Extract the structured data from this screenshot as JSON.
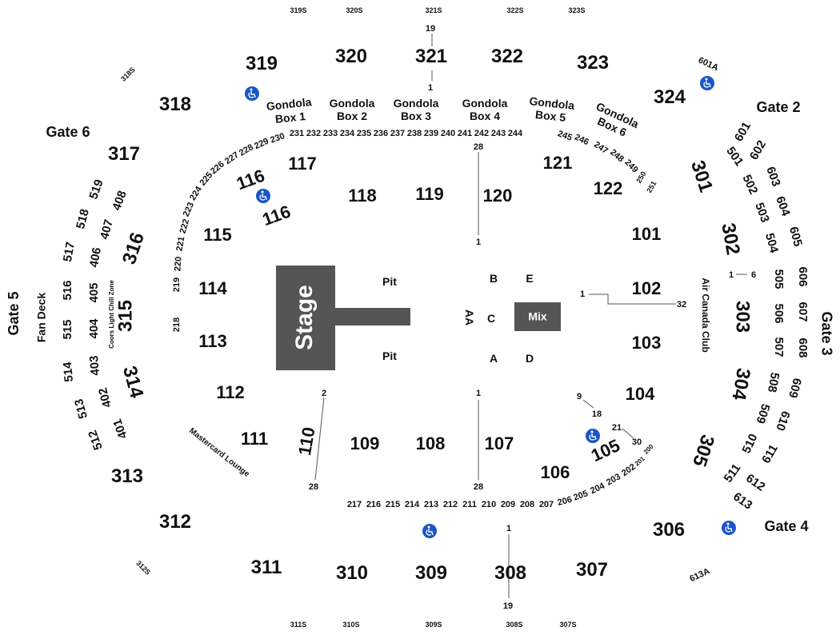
{
  "stage": {
    "label": "Stage"
  },
  "mix": {
    "label": "Mix"
  },
  "gates": {
    "g2": "Gate 2",
    "g3": "Gate 3",
    "g4": "Gate 4",
    "g5": "Gate 5",
    "g6": "Gate 6"
  },
  "zones": {
    "fan_deck": "Fan Deck",
    "coors": "Coors Light Chill Zone",
    "air_canada": "Air Canada Club",
    "mastercard": "Mastercard Lounge",
    "pit_top": "Pit",
    "pit_bottom": "Pit"
  },
  "floor_sections": {
    "b": "B",
    "e": "E",
    "c": "C",
    "aa": "AA",
    "a": "A",
    "d": "D"
  },
  "gondolas": {
    "g1": [
      "Gondola",
      "Box 1"
    ],
    "g2": [
      "Gondola",
      "Box 2"
    ],
    "g3": [
      "Gondola",
      "Box 3"
    ],
    "g4": [
      "Gondola",
      "Box 4"
    ],
    "g5": [
      "Gondola",
      "Box 5"
    ],
    "g6": [
      "Gondola",
      "Box 6"
    ]
  },
  "sections_100": {
    "s101": "101",
    "s102": "102",
    "s103": "103",
    "s104": "104",
    "s105": "105",
    "s106": "106",
    "s107": "107",
    "s108": "108",
    "s109": "109",
    "s110": "110",
    "s111": "111",
    "s112": "112",
    "s113": "113",
    "s114": "114",
    "s115": "115",
    "s116a": "116",
    "s116b": "116",
    "s117": "117",
    "s118": "118",
    "s119": "119",
    "s120": "120",
    "s121": "121",
    "s122": "122"
  },
  "sections_300": {
    "s301": "301",
    "s302": "302",
    "s303": "303",
    "s304": "304",
    "s305": "305",
    "s306": "306",
    "s307": "307",
    "s308": "308",
    "s309": "309",
    "s310": "310",
    "s311": "311",
    "s312": "312",
    "s313": "313",
    "s314": "314",
    "s315": "315",
    "s316": "316",
    "s317": "317",
    "s318": "318",
    "s319": "319",
    "s320": "320",
    "s321": "321",
    "s322": "322",
    "s323": "323",
    "s324": "324"
  },
  "standing_300s": {
    "s319S": "319S",
    "s320S": "320S",
    "s321S": "321S",
    "s322S": "322S",
    "s323S": "323S",
    "s318S": "318S",
    "s312S": "312S",
    "s311S": "311S",
    "s310S": "310S",
    "s309S": "309S",
    "s308S": "308S",
    "s307S": "307S",
    "s601A": "601A",
    "s613A": "613A"
  },
  "sections_200_top": [
    "231",
    "232",
    "233",
    "234",
    "235",
    "236",
    "237",
    "238",
    "239",
    "240",
    "241",
    "242",
    "243",
    "244"
  ],
  "sections_200_topright": [
    "245",
    "246",
    "247",
    "248",
    "249",
    "250",
    "251"
  ],
  "sections_200_topleft": [
    "230",
    "229",
    "228",
    "227",
    "226",
    "225",
    "224",
    "223",
    "222",
    "221",
    "220",
    "219",
    "218"
  ],
  "sections_200_bottom": [
    "217",
    "216",
    "215",
    "214",
    "213",
    "212",
    "211",
    "210",
    "209",
    "208",
    "207"
  ],
  "sections_200_bottomright": [
    "206",
    "205",
    "204",
    "203",
    "202",
    "201",
    "200"
  ],
  "sections_upper_right": {
    "s601": "601",
    "s602": "602",
    "s603": "603",
    "s604": "604",
    "s605": "605",
    "s606": "606",
    "s607": "607",
    "s608": "608",
    "s609": "609",
    "s610": "610",
    "s611": "611",
    "s612": "612",
    "s613": "613",
    "s501": "501",
    "s502": "502",
    "s503": "503",
    "s504": "504",
    "s505": "505",
    "s506": "506",
    "s507": "507",
    "s508": "508",
    "s509": "509",
    "s510": "510",
    "s511": "511"
  },
  "sections_upper_left": {
    "s519": "519",
    "s518": "518",
    "s517": "517",
    "s516": "516",
    "s515": "515",
    "s514": "514",
    "s513": "513",
    "s512": "512",
    "s408": "408",
    "s407": "407",
    "s406": "406",
    "s405": "405",
    "s404": "404",
    "s403": "403",
    "s402": "402",
    "s401": "401"
  },
  "row_markers": {
    "r19_top": "19",
    "r1_top": "1",
    "r28_top": "28",
    "r1_mid": "1",
    "r1_right": "1",
    "r32": "32",
    "r1_b": "1",
    "r28_bottom": "28",
    "r2": "2",
    "r28_left": "28",
    "r9": "9",
    "r18": "18",
    "r21": "21",
    "r30": "30",
    "r1_bottom": "1",
    "r19_bottom": "19",
    "r1_ac": "1",
    "r6_ac": "6"
  },
  "colors": {
    "stage": "#555555",
    "accessible": "#1a55c9",
    "text": "#111111"
  },
  "icons": [
    "accessible-icon"
  ]
}
